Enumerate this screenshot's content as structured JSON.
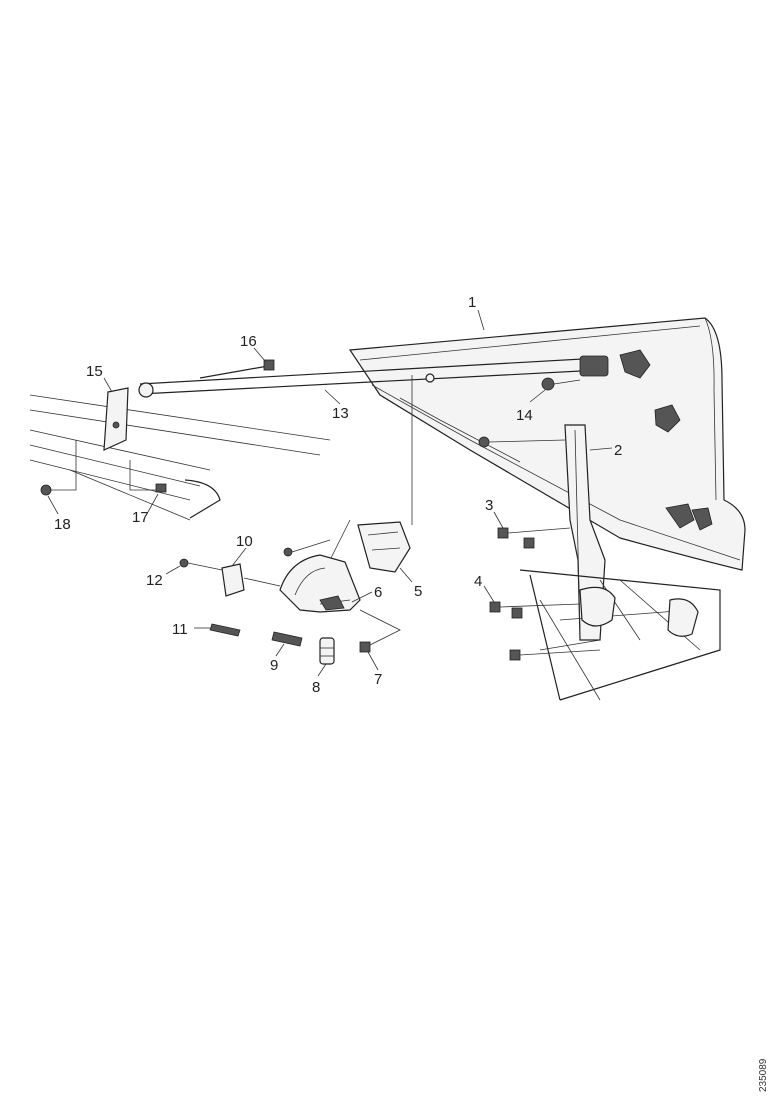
{
  "diagram": {
    "labels": [
      {
        "id": "1",
        "text": "1"
      },
      {
        "id": "2",
        "text": "2"
      },
      {
        "id": "3",
        "text": "3"
      },
      {
        "id": "4",
        "text": "4"
      },
      {
        "id": "5",
        "text": "5"
      },
      {
        "id": "6",
        "text": "6"
      },
      {
        "id": "7",
        "text": "7"
      },
      {
        "id": "8",
        "text": "8"
      },
      {
        "id": "9",
        "text": "9"
      },
      {
        "id": "10",
        "text": "10"
      },
      {
        "id": "11",
        "text": "11"
      },
      {
        "id": "12",
        "text": "12"
      },
      {
        "id": "13",
        "text": "13"
      },
      {
        "id": "14",
        "text": "14"
      },
      {
        "id": "15",
        "text": "15"
      },
      {
        "id": "16",
        "text": "16"
      },
      {
        "id": "17",
        "text": "17"
      },
      {
        "id": "18",
        "text": "18"
      }
    ],
    "reference_code": "235089"
  }
}
